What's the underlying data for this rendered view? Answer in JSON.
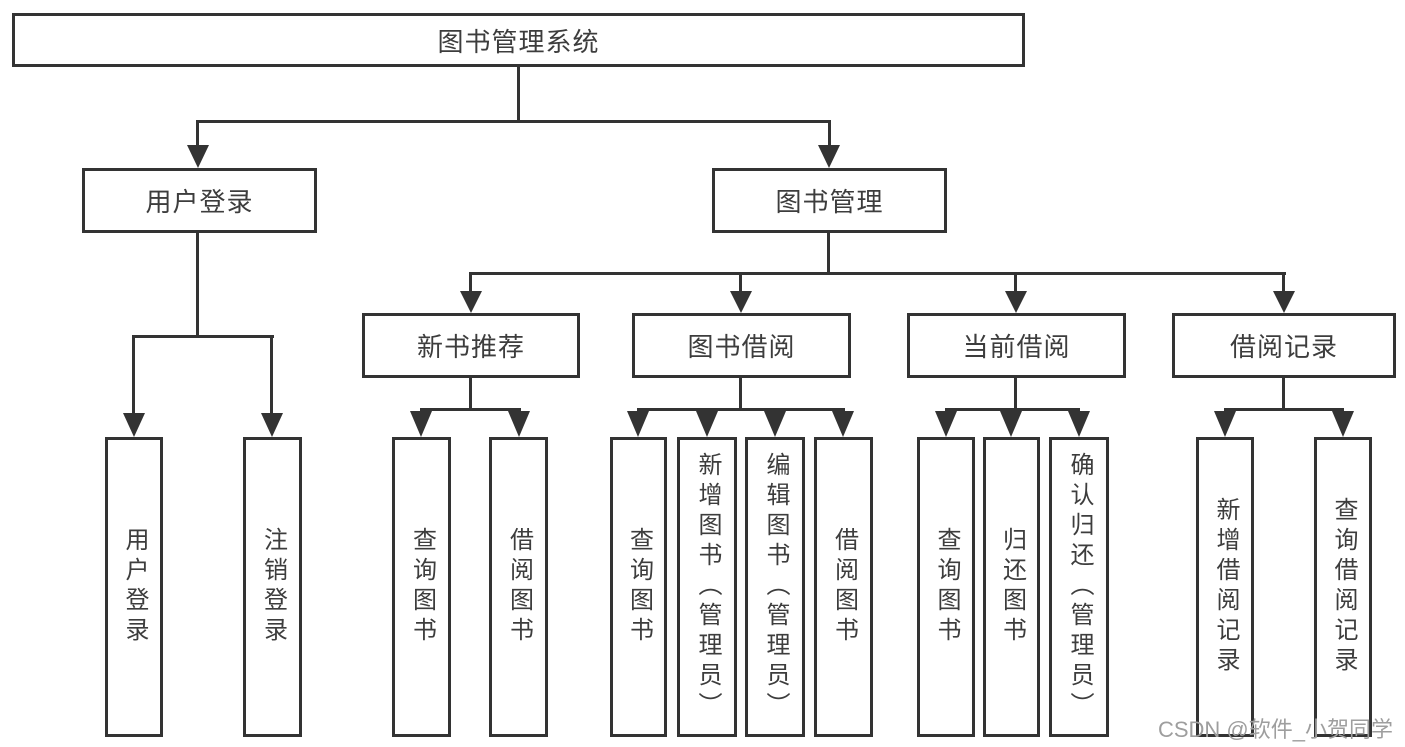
{
  "tree": {
    "root": {
      "label": "图书管理系统"
    },
    "user_branch": {
      "label": "用户登录",
      "children": [
        {
          "label": "用户登录"
        },
        {
          "label": "注销登录"
        }
      ]
    },
    "management_branch": {
      "label": "图书管理",
      "groups": [
        {
          "label": "新书推荐",
          "children": [
            {
              "label": "查询图书"
            },
            {
              "label": "借阅图书"
            }
          ]
        },
        {
          "label": "图书借阅",
          "children": [
            {
              "label": "查询图书"
            },
            {
              "label": "新增图书（管理员）"
            },
            {
              "label": "编辑图书（管理员）"
            },
            {
              "label": "借阅图书"
            }
          ]
        },
        {
          "label": "当前借阅",
          "children": [
            {
              "label": "查询图书"
            },
            {
              "label": "归还图书"
            },
            {
              "label": "确认归还（管理员）"
            }
          ]
        },
        {
          "label": "借阅记录",
          "children": [
            {
              "label": "新增借阅记录"
            },
            {
              "label": "查询借阅记录"
            }
          ]
        }
      ]
    }
  },
  "watermark": {
    "text": "CSDN @软件_小贺同学",
    "color": "#9e9e9e"
  },
  "colors": {
    "line": "#333333",
    "text": "#3d3d3d",
    "background": "#ffffff"
  }
}
